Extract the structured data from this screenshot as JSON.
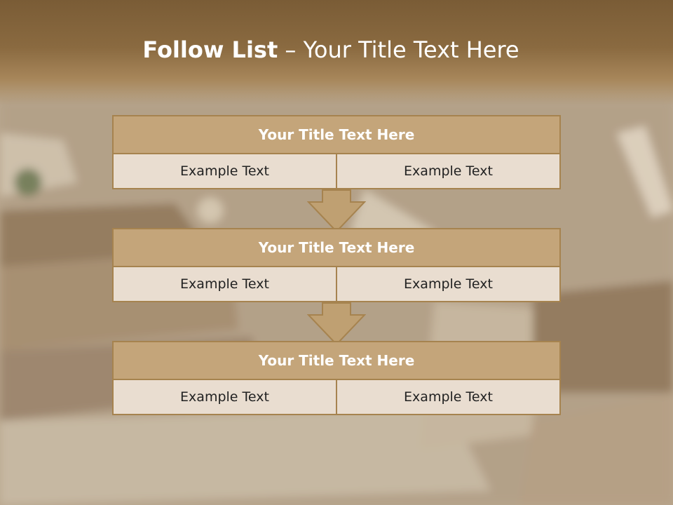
{
  "slide": {
    "title_bold": "Follow List",
    "title_rest": " – Your Title Text Here"
  },
  "blocks": [
    {
      "title": "Your Title Text Here",
      "left": "Example Text",
      "right": "Example Text"
    },
    {
      "title": "Your Title Text Here",
      "left": "Example Text",
      "right": "Example Text"
    },
    {
      "title": "Your Title Text Here",
      "left": "Example Text",
      "right": "Example Text"
    }
  ],
  "colors": {
    "header": "#8a6a40",
    "block_title": "#c4a57a",
    "block_border": "#a6834f",
    "cell": "#e9ddd0"
  }
}
